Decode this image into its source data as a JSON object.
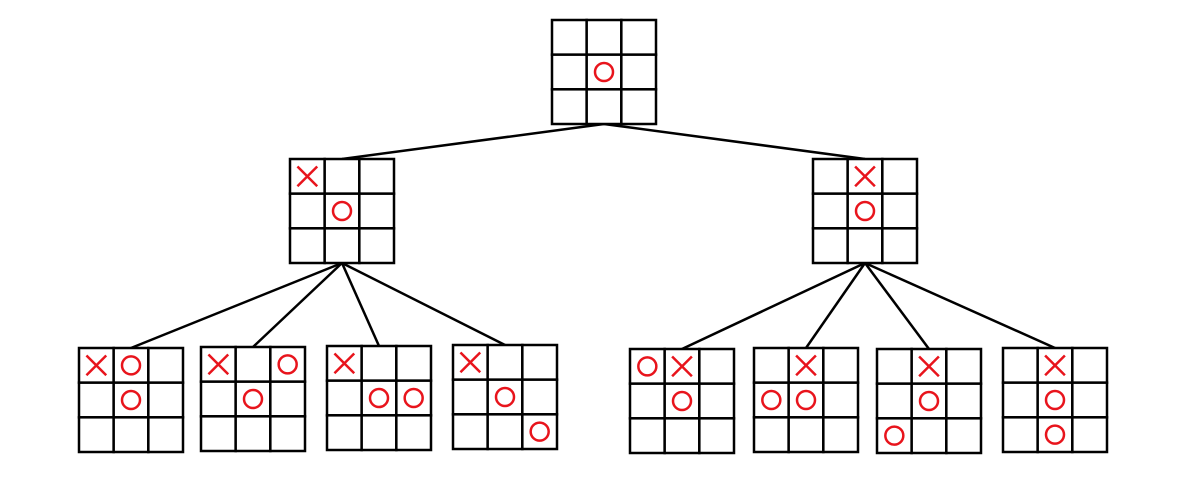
{
  "colors": {
    "mark": "#e8141c",
    "line": "#000000",
    "background": "#ffffff"
  },
  "tree": {
    "nodes": [
      {
        "id": "root",
        "level": 0,
        "board": [
          "",
          "",
          "",
          "",
          "O",
          "",
          "",
          "",
          ""
        ]
      },
      {
        "id": "a",
        "level": 1,
        "parent": "root",
        "board": [
          "X",
          "",
          "",
          "",
          "O",
          "",
          "",
          "",
          ""
        ]
      },
      {
        "id": "b",
        "level": 1,
        "parent": "root",
        "board": [
          "",
          "X",
          "",
          "",
          "O",
          "",
          "",
          "",
          ""
        ]
      },
      {
        "id": "a1",
        "level": 2,
        "parent": "a",
        "board": [
          "X",
          "O",
          "",
          "",
          "O",
          "",
          "",
          "",
          ""
        ]
      },
      {
        "id": "a2",
        "level": 2,
        "parent": "a",
        "board": [
          "X",
          "",
          "O",
          "",
          "O",
          "",
          "",
          "",
          ""
        ]
      },
      {
        "id": "a3",
        "level": 2,
        "parent": "a",
        "board": [
          "X",
          "",
          "",
          "",
          "O",
          "O",
          "",
          "",
          ""
        ]
      },
      {
        "id": "a4",
        "level": 2,
        "parent": "a",
        "board": [
          "X",
          "",
          "",
          "",
          "O",
          "",
          "",
          "",
          "O"
        ]
      },
      {
        "id": "b1",
        "level": 2,
        "parent": "b",
        "board": [
          "O",
          "X",
          "",
          "",
          "O",
          "",
          "",
          "",
          ""
        ]
      },
      {
        "id": "b2",
        "level": 2,
        "parent": "b",
        "board": [
          "",
          "X",
          "",
          "O",
          "O",
          "",
          "",
          "",
          ""
        ]
      },
      {
        "id": "b3",
        "level": 2,
        "parent": "b",
        "board": [
          "",
          "X",
          "",
          "",
          "O",
          "",
          "O",
          "",
          ""
        ]
      },
      {
        "id": "b4",
        "level": 2,
        "parent": "b",
        "board": [
          "",
          "X",
          "",
          "",
          "O",
          "",
          "",
          "O",
          ""
        ]
      }
    ]
  }
}
